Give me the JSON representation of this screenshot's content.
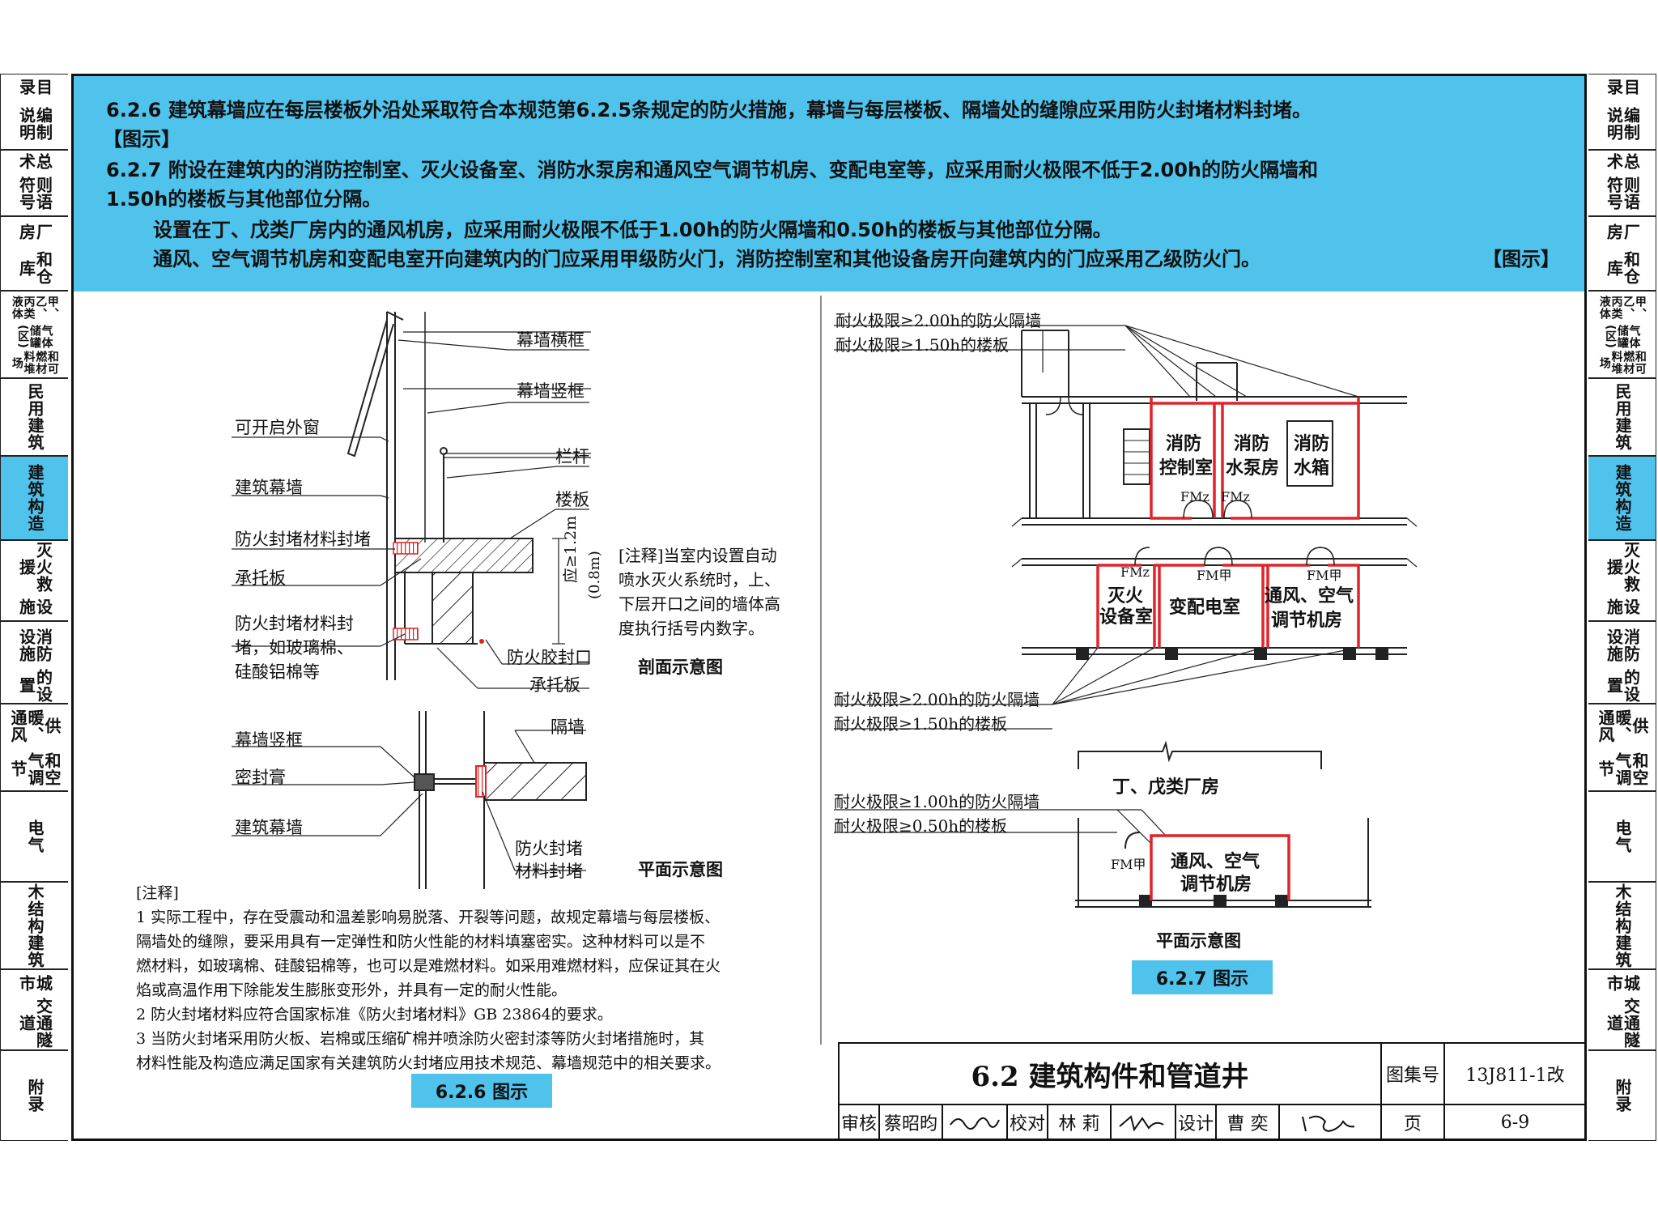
{
  "side_tabs": [
    "编制说明",
    "目录",
    "总术则语符号",
    "厂房和仓库",
    "甲乙丙类液体气体储罐区和可燃材料堆场",
    "民用建筑",
    "建筑构造",
    "灭火救援设施",
    "消防设施的设置",
    "供暖、通风和空气调节",
    "电气",
    "木结构建筑",
    "城市交通隧道",
    "附录"
  ],
  "side_tab_lines": [
    [
      "目录",
      "编制说明"
    ],
    [
      "总术",
      "则语符号"
    ],
    [
      "厂房",
      "和仓库"
    ],
    [
      "甲、乙、丙类液体",
      "气体储罐(区)",
      "和可燃材料堆场"
    ],
    [
      "民用建筑"
    ],
    [
      "建筑构造"
    ],
    [
      "灭火救援",
      "设施"
    ],
    [
      "消防设施",
      "的设置"
    ],
    [
      "供暖、通风",
      "和空气调节"
    ],
    [
      "电气"
    ],
    [
      "木结构",
      "建筑"
    ],
    [
      "城市",
      "交通隧道"
    ],
    [
      "附录"
    ]
  ],
  "banner": {
    "line1": "6.2.6  建筑幕墙应在每层楼板外沿处采取符合本规范第6.2.5条规定的防火措施，幕墙与每层楼板、隔墙处的缝隙应采用防火封堵材料封堵。",
    "line2": "【图示】",
    "line3": "6.2.7  附设在建筑内的消防控制室、灭火设备室、消防水泵房和通风空气调节机房、变配电室等，应采用耐火极限不低于2.00h的防火隔墙和",
    "line4": "1.50h的楼板与其他部位分隔。",
    "line5": "设置在丁、戊类厂房内的通风机房，应采用耐火极限不低于1.00h的防火隔墙和0.50h的楼板与其他部位分隔。",
    "line6": "通风、空气调节机房和变配电室开向建筑内的门应采用甲级防火门，消防控制室和其他设备房开向建筑内的门应采用乙级防火门。",
    "line6_tail": "【图示】"
  },
  "section": {
    "labels_right": [
      "幕墙横框",
      "幕墙竖框",
      "栏杆",
      "楼板"
    ],
    "labels_left": [
      "可开启外窗",
      "建筑幕墙",
      "防火封堵材料封堵",
      "承托板",
      "防火封堵材料封",
      "堵，如玻璃棉、",
      "硅酸铝棉等"
    ],
    "labels_bottom": [
      "防火胶封口",
      "承托板"
    ],
    "dim_label": "应≥1.2m",
    "dim_label2": "(0.8m)",
    "note": [
      "[注释]当室内设置自动",
      "喷水灭火系统时，上、",
      "下层开口之间的墙体高",
      "度执行括号内数字。"
    ],
    "caption": "剖面示意图"
  },
  "plan626": {
    "labels": [
      "幕墙竖框",
      "密封膏",
      "建筑幕墙",
      "隔墙",
      "防火封堵",
      "材料封堵"
    ],
    "caption": "平面示意图"
  },
  "notes": {
    "heading": "[注释]",
    "items": [
      "1 实际工程中，存在受震动和温差影响易脱落、开裂等问题，故规定幕墙与每层楼板、",
      "隔墙处的缝隙，要采用具有一定弹性和防火性能的材料填塞密实。这种材料可以是不",
      "燃材料，如玻璃棉、硅酸铝棉等，也可以是难燃材料。如采用难燃材料，应保证其在火",
      "焰或高温作用下除能发生膨胀变形外，并具有一定的耐火性能。",
      "2 防火封堵材料应符合国家标准《防火封堵材料》GB 23864的要求。",
      "3 当防火封堵采用防火板、岩棉或压缩矿棉并喷涂防火密封漆等防火封堵措施时，其",
      "材料性能及构造应满足国家有关建筑防火封堵应用技术规范、幕墙规范中的相关要求。"
    ]
  },
  "badge626": "6.2.6 图示",
  "plan627": {
    "top_labels": [
      "耐火极限≥2.00h的防火隔墙",
      "耐火极限≥1.50h的楼板"
    ],
    "rooms": [
      "消防",
      "控制室",
      "消防",
      "水泵房",
      "消防",
      "水箱",
      "灭火",
      "设备室",
      "变配电室",
      "通风、空气",
      "调节机房"
    ],
    "doors": [
      "FMz",
      "FMz",
      "FMz",
      "FM甲",
      "FM甲"
    ],
    "mid_labels": [
      "耐火极限≥2.00h的防火隔墙",
      "耐火极限≥1.50h的楼板"
    ],
    "low_labels": [
      "耐火极限≥1.00h的防火隔墙",
      "耐火极限≥0.50h的楼板"
    ],
    "factory": "丁、戊类厂房",
    "room2": [
      "通风、空气",
      "调节机房"
    ],
    "door2": "FM甲",
    "caption": "平面示意图"
  },
  "badge627": "6.2.7 图示",
  "titleblock": {
    "title": "6.2  建筑构件和管道井",
    "atlas_label": "图集号",
    "atlas_no": "13J811-1改",
    "review_label": "审核",
    "reviewer": "蔡昭昀",
    "check_label": "校对",
    "checker": "林  莉",
    "design_label": "设计",
    "designer": "曹  奕",
    "page_label": "页",
    "page_no": "6-9"
  },
  "colors": {
    "accent": "#4fc3eb",
    "fire_wall": "#e0242a"
  }
}
